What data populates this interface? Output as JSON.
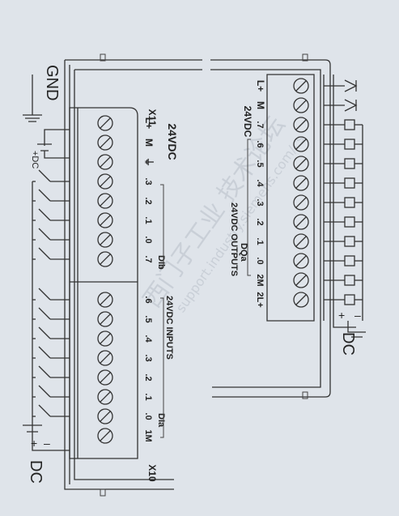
{
  "labels": {
    "gnd": "GND",
    "dc_left": "DC",
    "dc_right": "DC",
    "plus": "+",
    "minus": "–",
    "plus_dc": "+DC",
    "x11": "X11",
    "x10": "X10",
    "v24_left": "24VDC",
    "v24_right": "24VDC",
    "inputs": "24VDC INPUTS",
    "outputs": "24VDC OUTPUTS",
    "dia": "DIa",
    "dib": "DIb",
    "dqa": "DQa"
  },
  "power_terminals": [
    "L+",
    "M",
    "⏚"
  ],
  "right_power_terminals": [
    "L+",
    "M"
  ],
  "left_group_b": [
    ".3",
    ".2",
    ".1",
    ".0",
    ".7"
  ],
  "left_group_a": [
    ".6",
    ".5",
    ".4",
    ".3",
    ".2",
    ".1",
    ".0",
    "1M"
  ],
  "outputs_terminals": [
    ".7",
    ".6",
    ".5",
    ".4",
    ".3",
    ".2",
    ".1",
    ".0",
    "2M",
    "2L+"
  ],
  "watermark": {
    "cn": "西门子工业 技术论坛",
    "en": "support.industry.siemens.com/cs"
  },
  "colors": {
    "background": "#dfe4ea",
    "line": "#333333",
    "watermark": "#c9cfd7"
  }
}
